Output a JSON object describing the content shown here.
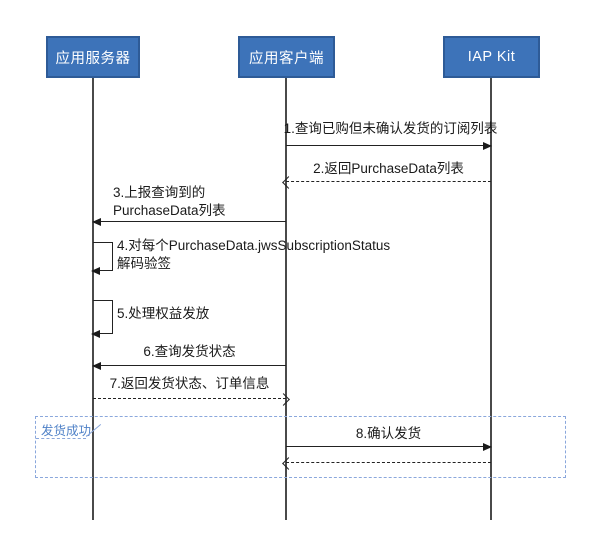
{
  "diagram": {
    "type": "uml-sequence",
    "description": "IAP Kit subscription delivery confirmation flow"
  },
  "actors": [
    {
      "id": "app-server",
      "label": "应用服务器"
    },
    {
      "id": "app-client",
      "label": "应用客户端"
    },
    {
      "id": "iap-kit",
      "label": "IAP Kit"
    }
  ],
  "messages": [
    {
      "num": 1,
      "label": "1.查询已购但未确认发货的订阅列表",
      "from": "app-client",
      "to": "iap-kit",
      "style": "solid"
    },
    {
      "num": 2,
      "label": "2.返回PurchaseData列表",
      "from": "iap-kit",
      "to": "app-client",
      "style": "dashed"
    },
    {
      "num": 3,
      "label": "3.上报查询到的",
      "label2": "PurchaseData列表",
      "from": "app-client",
      "to": "app-server",
      "style": "solid"
    },
    {
      "num": 4,
      "label": "4.对每个PurchaseData.jwsSubscriptionStatus",
      "label2": "解码验签",
      "from": "app-server",
      "to": "app-server",
      "style": "self"
    },
    {
      "num": 5,
      "label": "5.处理权益发放",
      "from": "app-server",
      "to": "app-server",
      "style": "self"
    },
    {
      "num": 6,
      "label": "6.查询发货状态",
      "from": "app-client",
      "to": "app-server",
      "style": "solid"
    },
    {
      "num": 7,
      "label": "7.返回发货状态、订单信息",
      "from": "app-server",
      "to": "app-client",
      "style": "dashed"
    },
    {
      "num": 8,
      "label": "8.确认发货",
      "from": "app-client",
      "to": "iap-kit",
      "style": "solid"
    },
    {
      "num": 9,
      "label": "",
      "from": "iap-kit",
      "to": "app-client",
      "style": "dashed"
    }
  ],
  "fragment": {
    "label": "发货成功"
  },
  "colors": {
    "actor_fill": "#3D73B9",
    "actor_border": "#2E5B97",
    "actor_text": "#FFFFFF",
    "message_line": "#222222",
    "message_text": "#1A1A1A",
    "lifeline": "#4A4A4A",
    "fragment_border": "#8AA7DC",
    "fragment_text": "#4F81C7"
  }
}
